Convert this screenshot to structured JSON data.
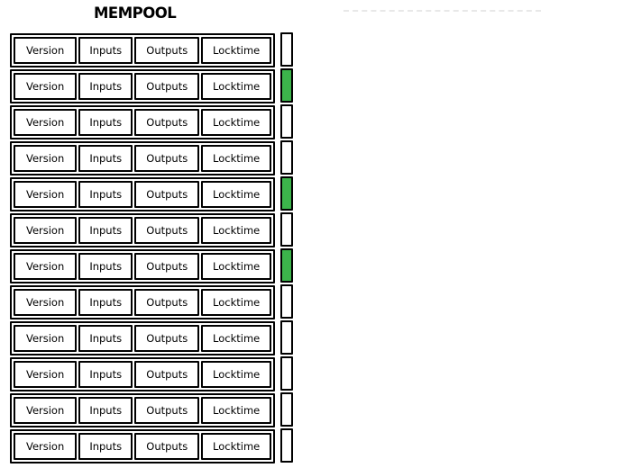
{
  "mempool": {
    "title": "MEMPOOL",
    "field_labels": [
      "Version",
      "Inputs",
      "Outputs",
      "Locktime"
    ],
    "transactions": [
      {
        "indicator": "white"
      },
      {
        "indicator": "green"
      },
      {
        "indicator": "white"
      },
      {
        "indicator": "white"
      },
      {
        "indicator": "green"
      },
      {
        "indicator": "white"
      },
      {
        "indicator": "green"
      },
      {
        "indicator": "white"
      },
      {
        "indicator": "white"
      },
      {
        "indicator": "white"
      },
      {
        "indicator": "white"
      },
      {
        "indicator": "white"
      }
    ]
  },
  "colors": {
    "indicator_green": "#3cb44b",
    "indicator_white": "#ffffff",
    "border_black": "#000000",
    "dashed_line_gray": "#e8e8e8",
    "background": "#ffffff"
  }
}
